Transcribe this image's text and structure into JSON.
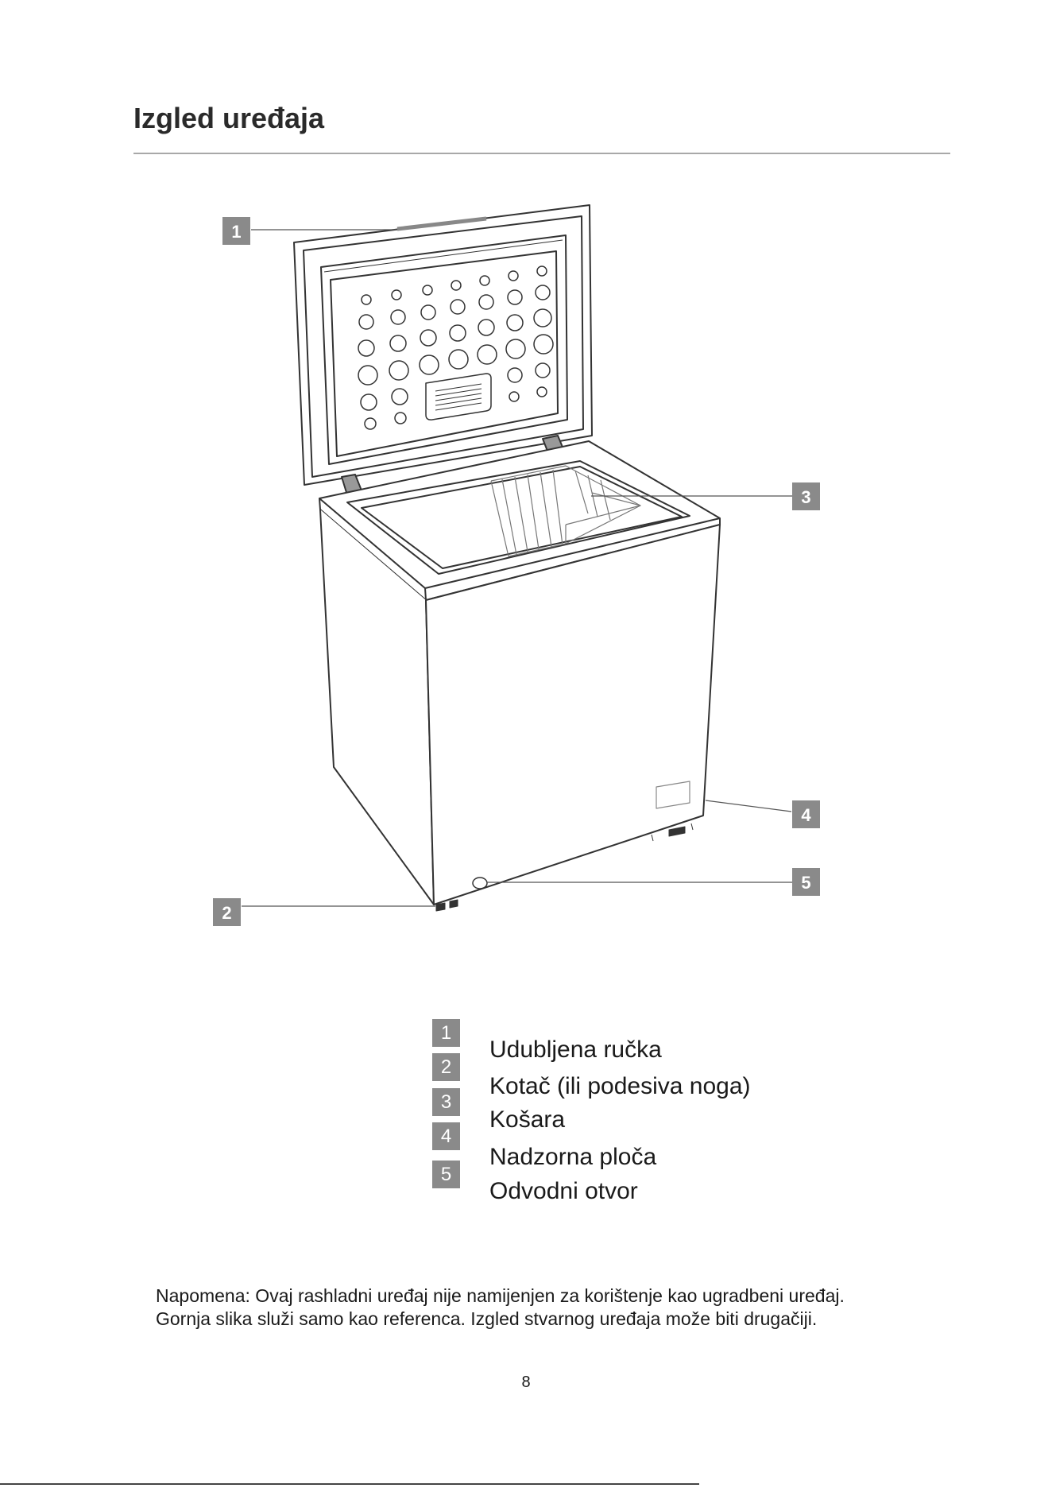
{
  "header": {
    "title": "Izgled uređaja"
  },
  "callouts": [
    "1",
    "2",
    "3",
    "4",
    "5"
  ],
  "legend": {
    "items": [
      {
        "number": "1",
        "label": "Udubljena ručka"
      },
      {
        "number": "2",
        "label": "Kotač (ili podesiva noga)"
      },
      {
        "number": "3",
        "label": "Košara"
      },
      {
        "number": "4",
        "label": "Nadzorna ploča"
      },
      {
        "number": "5",
        "label": "Odvodni otvor"
      }
    ]
  },
  "note": {
    "line1": "Napomena: Ovaj rashladni uređaj nije namijenjen za korištenje kao ugradbeni uređaj.",
    "line2": "Gornja slika služi samo kao referenca. Izgled stvarnog uređaja može biti drugačiji."
  },
  "footer": {
    "page_number": "8"
  },
  "colors": {
    "badge": "#8a8a8a",
    "rule": "#a8a8a8",
    "line": "#333333"
  }
}
